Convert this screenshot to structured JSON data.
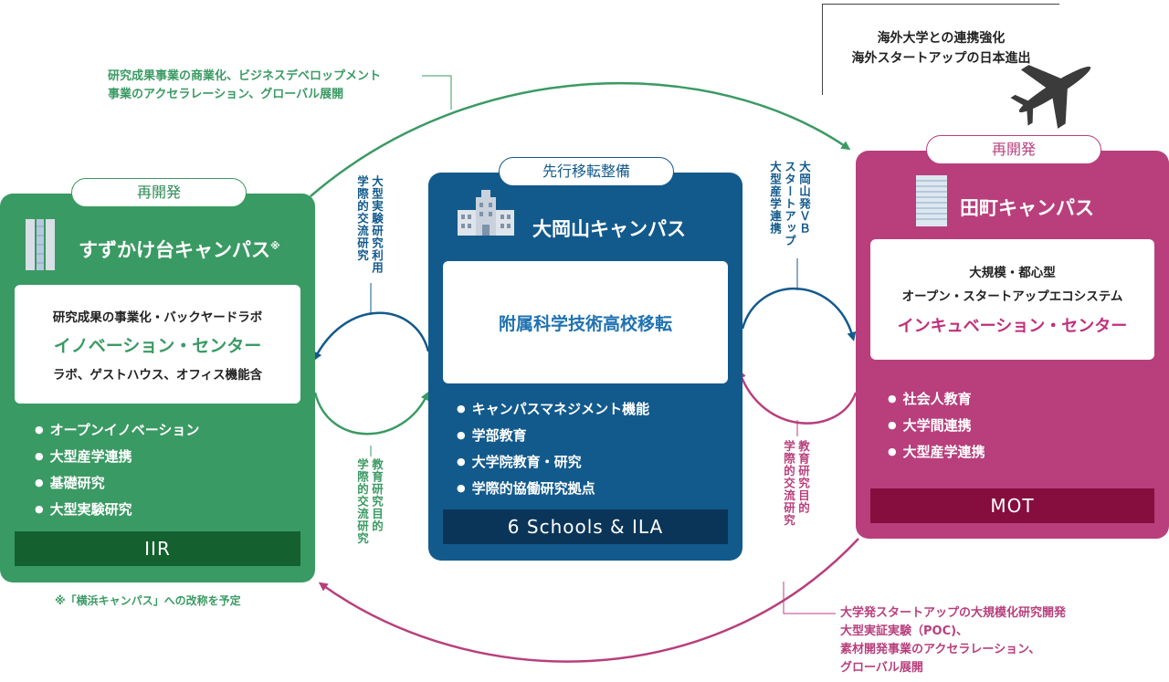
{
  "overseas": {
    "line1": "海外大学との連携強化",
    "line2": "海外スタートアップの日本進出"
  },
  "top_note": {
    "line1": "研究成果事業の商業化、ビジネスデベロップメント",
    "line2": "事業のアクセラレーション、グローバル展開"
  },
  "bottom_note": {
    "line1": "大学発スタートアップの大規模化研究開発",
    "line2": "大型実証実験（POC)、",
    "line3": "素材開発事業のアクセラレーション、",
    "line4": "グローバル展開"
  },
  "footnote": "※「横浜キャンパス」への改称を予定",
  "suzukakedai": {
    "tag": "再開発",
    "title": "すずかけ台キャンパス",
    "title_mark": "※",
    "inner_line1": "研究成果の事業化・バックヤードラボ",
    "inner_highlight": "イノベーション・センター",
    "inner_line3": "ラボ、ゲストハウス、オフィス機能含",
    "bullets": [
      "オープンイノベーション",
      "大型産学連携",
      "基礎研究",
      "大型実験研究"
    ],
    "bar": "IIR"
  },
  "ookayama": {
    "tag": "先行移転整備",
    "title": "大岡山キャンパス",
    "inner_text": "附属科学技術高校移転",
    "bullets": [
      "キャンパスマネジメント機能",
      "学部教育",
      "大学院教育・研究",
      "学際的協働研究拠点"
    ],
    "bar": "6 Schools & ILA"
  },
  "tamachi": {
    "tag": "再開発",
    "title": "田町キャンパス",
    "inner_line1": "大規模・都心型",
    "inner_line2": "オープン・スタートアップエコシステム",
    "inner_highlight": "インキュベーション・センター",
    "bullets": [
      "社会人教育",
      "大学間連携",
      "大型産学連携"
    ],
    "bar": "MOT"
  },
  "links": {
    "suzu_oka_top": "大型実験研究利用\n学際的交流研究",
    "suzu_oka_bottom": "教育研究目的\n学際的交流研究",
    "oka_tama_top": "大岡山発ＶＢ\nスタートアップ\n大型産学連携",
    "oka_tama_bottom": "教育研究目的\n学際的交流研究"
  },
  "colors": {
    "green": "#3a9a63",
    "green_dark": "#14612f",
    "blue": "#135a8c",
    "blue_dark": "#0b3558",
    "pink": "#b83f7c",
    "pink_dark": "#850e3f",
    "highlight_blue": "#1f72b0",
    "highlight_pink": "#c0307a"
  }
}
